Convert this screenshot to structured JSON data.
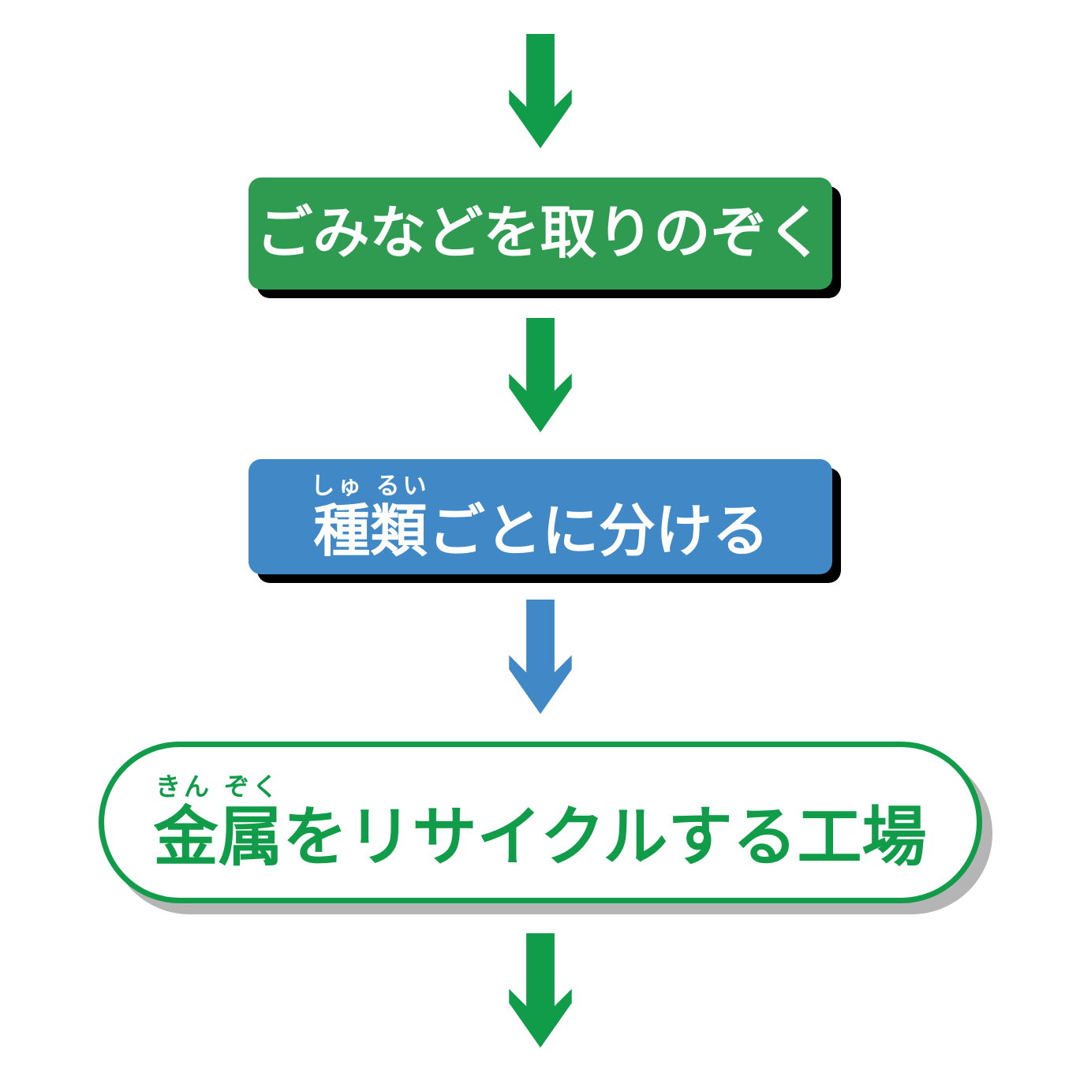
{
  "colors": {
    "arrow_green": "#119c4a",
    "arrow_blue": "#4189c6",
    "box_green": "#2f9b51",
    "box_blue": "#4189c6",
    "box_shadow": "#000000",
    "pill_border": "#119c4a",
    "pill_text": "#119c4a",
    "pill_shadow": "#b5b5b5",
    "background": "#ffffff"
  },
  "diagram": {
    "steps": [
      {
        "name": "remove-garbage",
        "label": "ごみなどを取りのぞく",
        "style": "green-box",
        "text_color": "#ffffff"
      },
      {
        "name": "sort-by-type",
        "ruby_base": "種類",
        "ruby_text": "しゅ るい",
        "label_rest": "ごとに分ける",
        "style": "blue-box",
        "text_color": "#ffffff"
      },
      {
        "name": "metal-recycling-factory",
        "ruby_base": "金属",
        "ruby_text": "きん ぞく",
        "label_rest": "をリサイクルする工場",
        "style": "white-pill",
        "text_color": "#119c4a"
      }
    ],
    "arrows": [
      {
        "position": "top",
        "color": "green"
      },
      {
        "position": "after-step-1",
        "color": "green"
      },
      {
        "position": "after-step-2",
        "color": "blue"
      },
      {
        "position": "bottom",
        "color": "green"
      }
    ]
  }
}
